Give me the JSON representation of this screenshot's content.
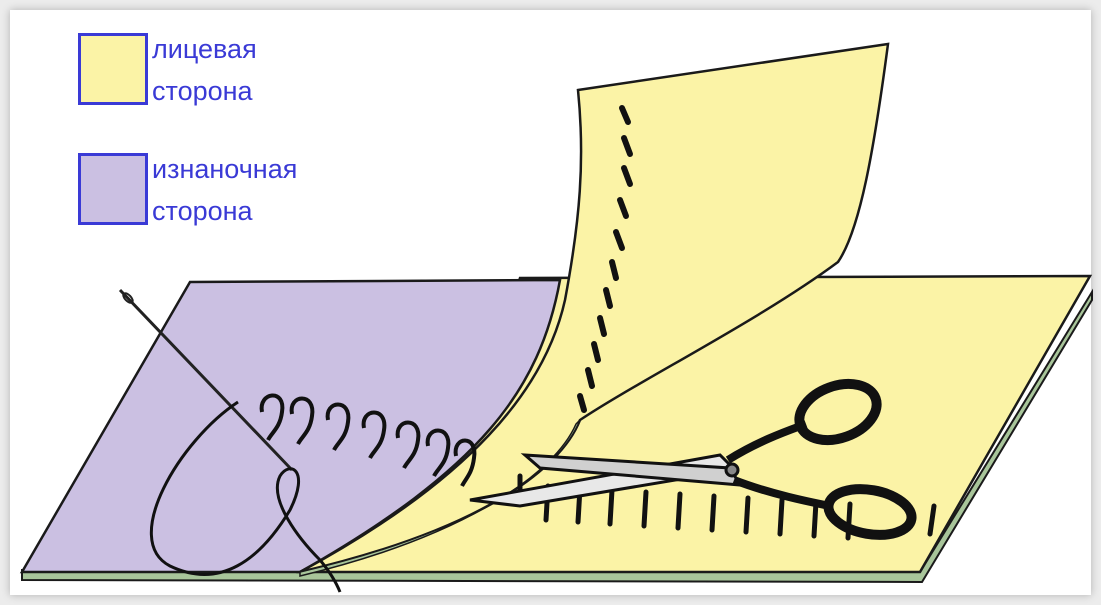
{
  "colors": {
    "face": "#fbf3a6",
    "back": "#cbc0e2",
    "legend_text": "#3a3ad6",
    "outline": "#1a1a1a"
  },
  "legend": {
    "items": [
      {
        "line1": "лицевая",
        "line2": "сторона",
        "swatch_color": "#fbf3a6"
      },
      {
        "line1": "изнаночная",
        "line2": "сторона",
        "swatch_color": "#cbc0e2"
      }
    ]
  },
  "icons": {
    "needle": "needle-icon",
    "scissors": "scissors-icon"
  }
}
